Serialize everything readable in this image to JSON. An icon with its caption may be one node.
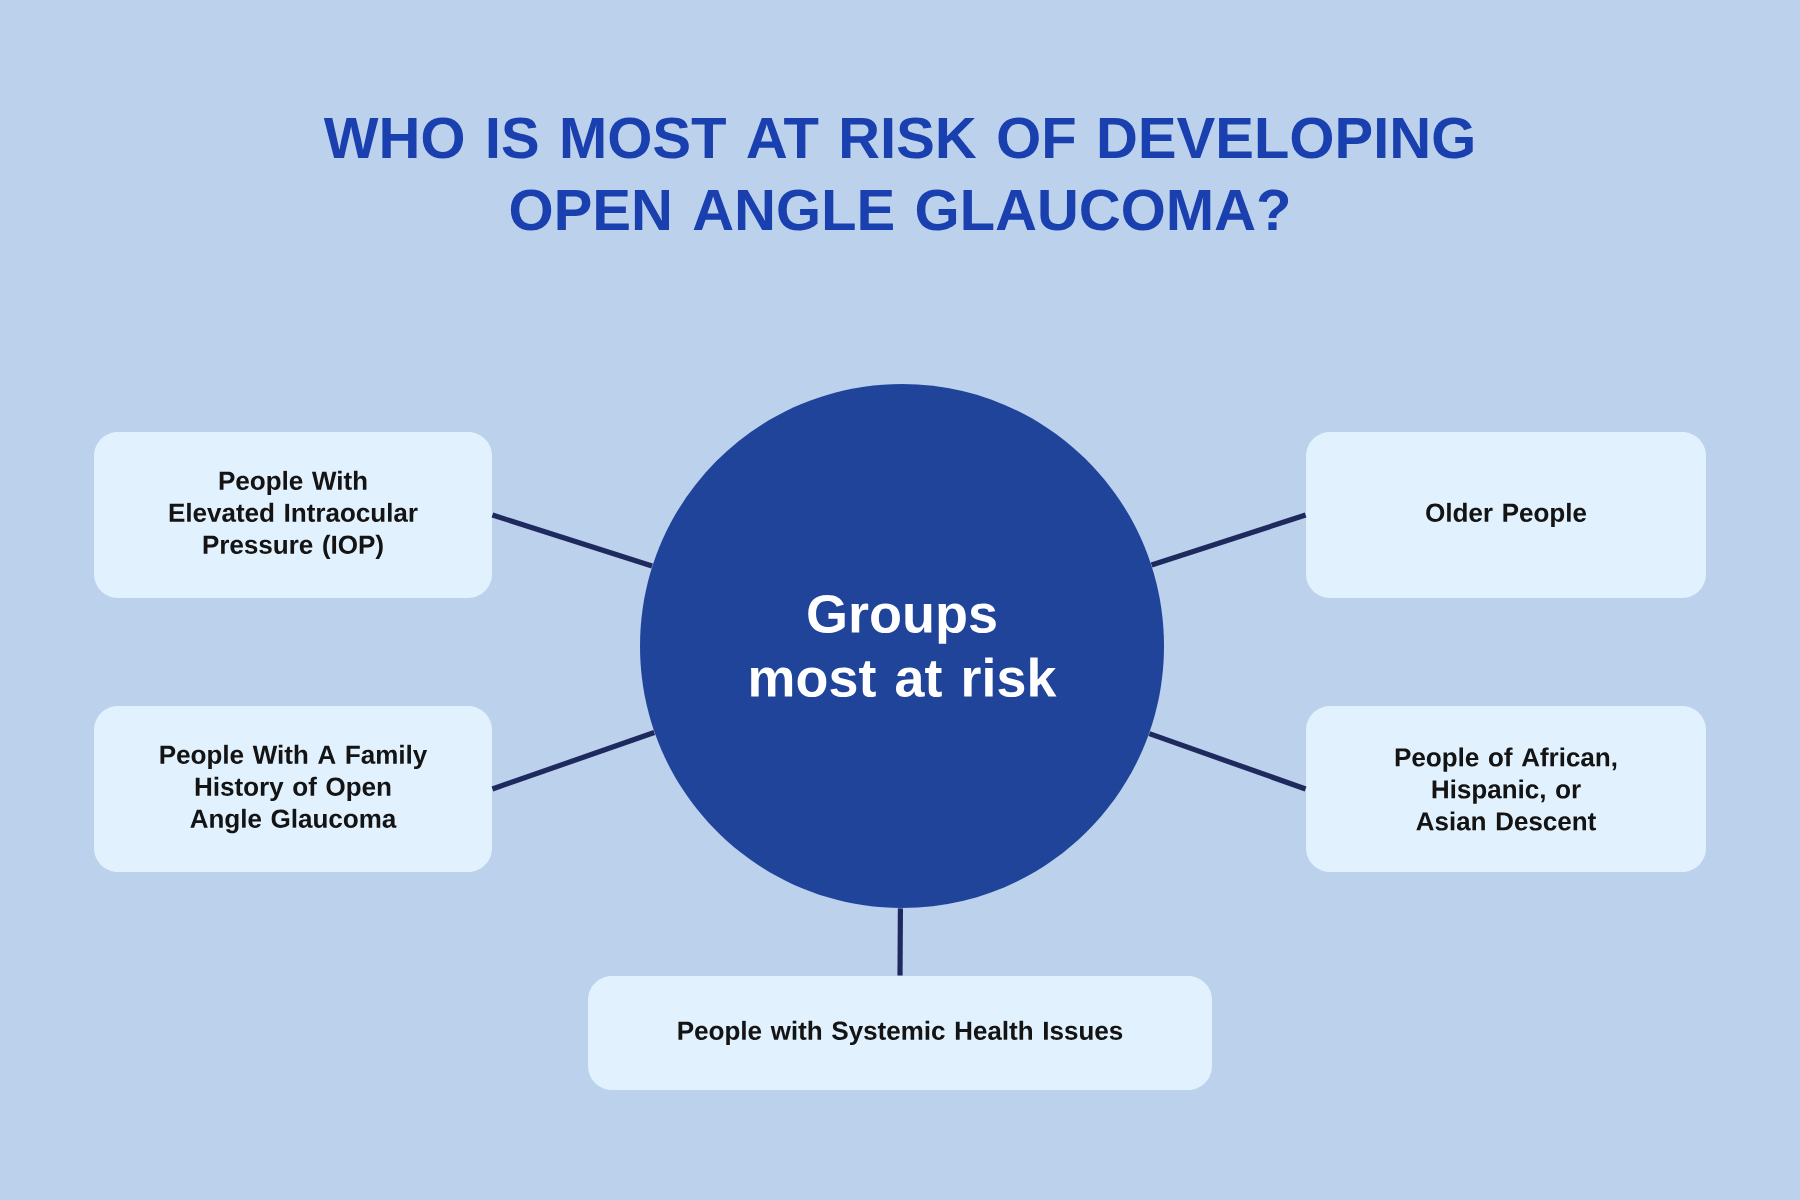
{
  "diagram": {
    "title": "WHO IS MOST AT RISK OF DEVELOPING OPEN ANGLE GLAUCOMA?",
    "nodes": [
      {
        "text": [
          "Groups most at risk"
        ]
      },
      {
        "text": [
          "People With Elevated Intraocular Pressure (IOP)"
        ]
      },
      {
        "text": [
          "Older People"
        ]
      },
      {
        "text": [
          "People With A Family History of Open Angle Glaucoma"
        ]
      },
      {
        "text": [
          "People of African, Hispanic, or Asian Descent"
        ]
      },
      {
        "text": [
          "People with Systemic Health Issues"
        ]
      }
    ],
    "edges": [
      {
        "from": 0,
        "to": 1,
        "arrow": "none"
      },
      {
        "from": 0,
        "to": 2,
        "arrow": "none"
      },
      {
        "from": 0,
        "to": 3,
        "arrow": "none"
      },
      {
        "from": 0,
        "to": 4,
        "arrow": "none"
      },
      {
        "from": 0,
        "to": 5,
        "arrow": "none"
      }
    ]
  }
}
